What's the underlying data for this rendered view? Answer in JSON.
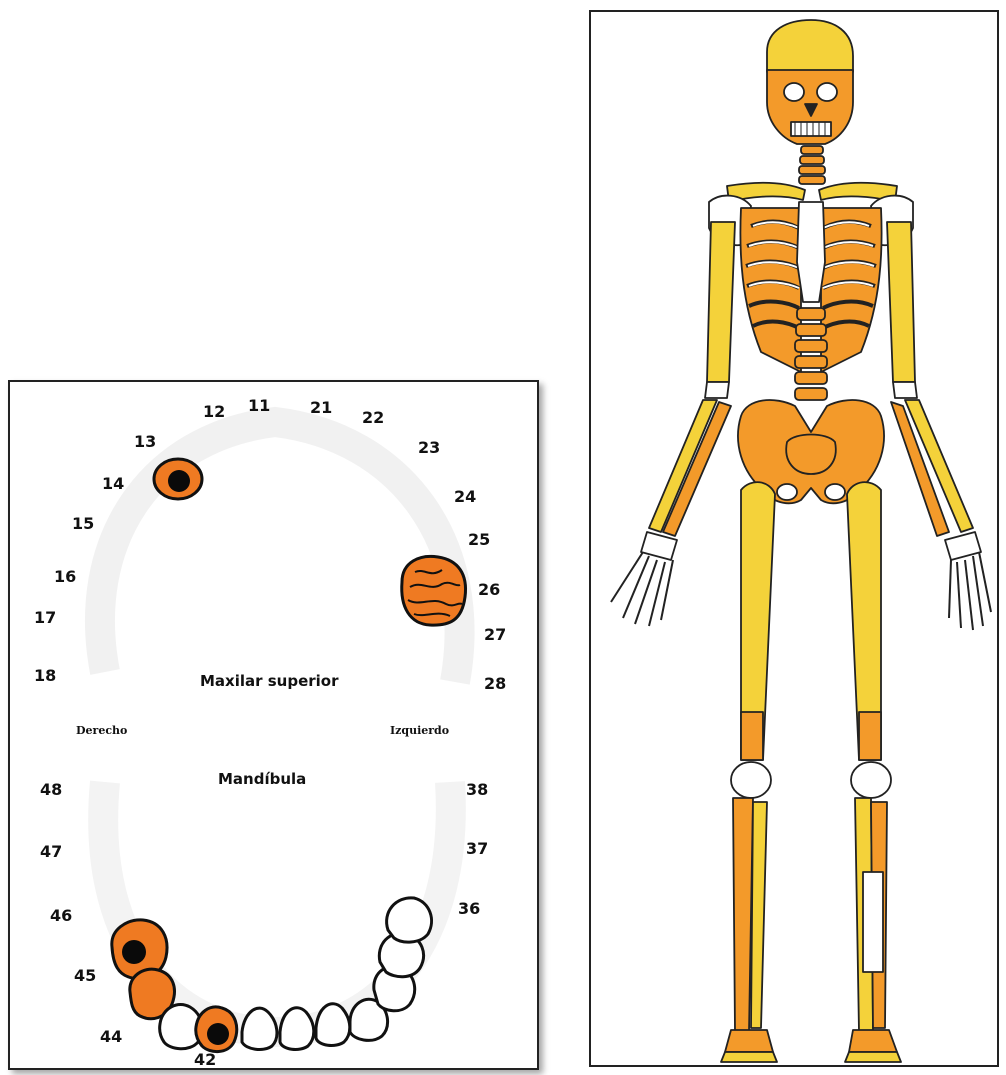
{
  "dental_chart": {
    "upper_label": "Maxilar superior",
    "lower_label": "Mandíbula",
    "right_label": "Derecho",
    "left_label": "Izquierdo",
    "tooth_numbers": {
      "t11": "11",
      "t12": "12",
      "t13": "13",
      "t14": "14",
      "t15": "15",
      "t16": "16",
      "t17": "17",
      "t18": "18",
      "t21": "21",
      "t22": "22",
      "t23": "23",
      "t24": "24",
      "t25": "25",
      "t26": "26",
      "t27": "27",
      "t28": "28",
      "t36": "36",
      "t37": "37",
      "t38": "38",
      "t42": "42",
      "t44": "44",
      "t45": "45",
      "t46": "46",
      "t47": "47",
      "t48": "48"
    },
    "highlighted_teeth": [
      "13",
      "26",
      "42",
      "44",
      "45"
    ],
    "colors": {
      "affected": "#ef7a22",
      "lesion": "#0a0a0a",
      "outline": "#111111"
    }
  },
  "skeleton": {
    "colors": {
      "orange": "#f39a2a",
      "yellow": "#f4d23a",
      "bone_white": "#ffffff",
      "outline": "#222222"
    }
  }
}
